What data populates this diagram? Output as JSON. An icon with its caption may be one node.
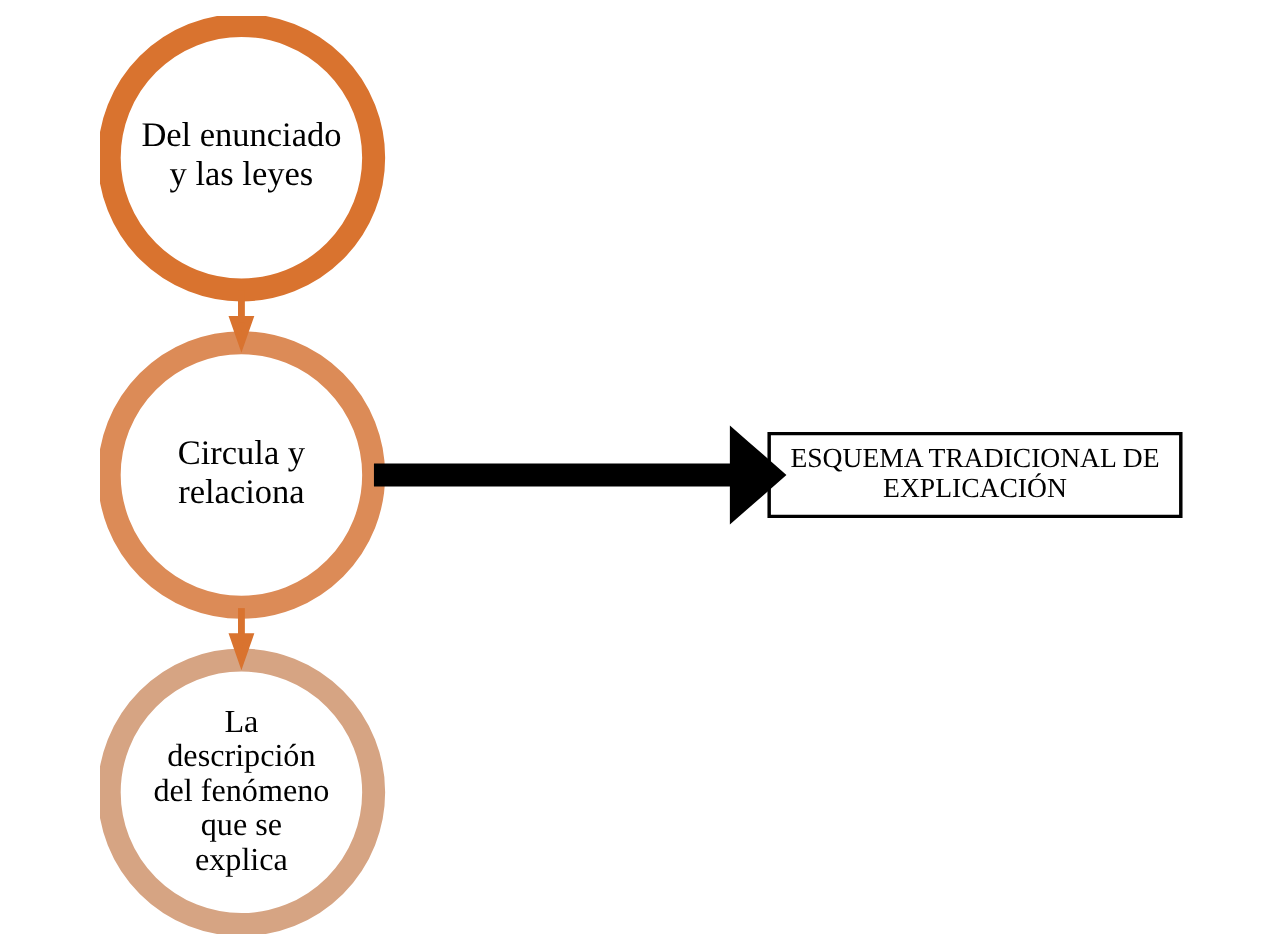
{
  "diagram": {
    "nodes": [
      {
        "text": [
          "Del enunciado y las leyes"
        ]
      },
      {
        "text": [
          "Circula y relaciona"
        ]
      },
      {
        "text": [
          "La descripción del fenómeno que se explica"
        ]
      },
      {
        "text": [
          "ESQUEMA TRADICIONAL DE EXPLICACIÓN"
        ]
      }
    ],
    "edges": [
      {
        "from": 0,
        "to": 1,
        "arrow": "to"
      },
      {
        "from": 1,
        "to": 2,
        "arrow": "to"
      },
      {
        "from": 1,
        "to": 3,
        "arrow": "to",
        "style": "thick",
        "color": "#000000"
      }
    ]
  }
}
